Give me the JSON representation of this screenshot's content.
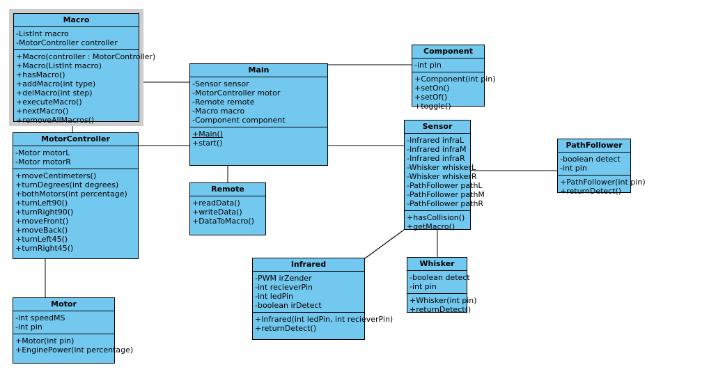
{
  "diagram": {
    "type": "uml-class-diagram",
    "background_color": "#ffffff",
    "class_fill_color": "#72c8ee",
    "class_border_color": "#000000",
    "selection_frame_color": "#cdcdcd",
    "connector_color": "#000000"
  },
  "classes": {
    "macro": {
      "name": "Macro",
      "selected": true,
      "attributes": [
        "-ListInt macro",
        "-MotorController controller"
      ],
      "operations": [
        "+Macro(controller : MotorController)",
        "+Macro(ListInt macro)",
        "+hasMacro()",
        "+addMacro(int type)",
        "+delMacro(int step)",
        "+executeMacro()",
        "+nextMacro()",
        "+removeAllMacros()"
      ]
    },
    "motorcontroller": {
      "name": "MotorController",
      "selected": false,
      "attributes": [
        "-Motor motorL",
        "-Motor motorR"
      ],
      "operations": [
        "+moveCentimeters()",
        "+turnDegrees(int degrees)",
        "+bothMotors(int percentage)",
        "+turnLeft90()",
        "+turnRight90()",
        "+moveFront()",
        "+moveBack()",
        "+turnLeft45()",
        "+turnRight45()"
      ]
    },
    "motor": {
      "name": "Motor",
      "selected": false,
      "attributes": [
        "-int speedMS",
        "-int pin"
      ],
      "operations": [
        "+Motor(int pin)",
        "+EnginePower(int percentage)"
      ]
    },
    "main": {
      "name": "Main",
      "selected": false,
      "attributes": [
        "-Sensor sensor",
        "-MotorController motor",
        "-Remote remote",
        "-Macro macro",
        "-Component component"
      ],
      "operations": [
        "+Main()",
        "+start()"
      ],
      "static_operations": [
        "+Main()"
      ]
    },
    "remote": {
      "name": "Remote",
      "selected": false,
      "attributes": [],
      "operations": [
        "+readData()",
        "+writeData()",
        "+DataToMacro()"
      ]
    },
    "component": {
      "name": "Component",
      "selected": false,
      "attributes": [
        "-int pin"
      ],
      "operations": [
        "+Component(int pin)",
        "+setOn()",
        "+setOf()",
        "+toggle()"
      ]
    },
    "sensor": {
      "name": "Sensor",
      "selected": false,
      "attributes": [
        "-Infrared infraL",
        "-Infrared infraM",
        "-Infrared infraR",
        "-Whisker whiskerL",
        "-Whisker whiskerR",
        "-PathFollower pathL",
        "-PathFollower pathM",
        "-PathFollower pathR"
      ],
      "operations": [
        "+hasCollision()",
        "+getMacro()"
      ]
    },
    "pathfollower": {
      "name": "PathFollower",
      "selected": false,
      "attributes": [
        "-boolean detect",
        "-int pin"
      ],
      "operations": [
        "+PathFollower(int pin)",
        "+returnDetect()"
      ]
    },
    "infrared": {
      "name": "Infrared",
      "selected": false,
      "attributes": [
        "-PWM irZender",
        "-int recieverPin",
        "-int ledPin",
        "-boolean irDetect"
      ],
      "operations": [
        "+Infrared(int ledPin, int recieverPin)",
        "+returnDetect()"
      ]
    },
    "whisker": {
      "name": "Whisker",
      "selected": false,
      "attributes": [
        "-boolean detect",
        "-int pin"
      ],
      "operations": [
        "+Whisker(int pin)",
        "+returnDetect()"
      ]
    }
  },
  "connections": [
    {
      "from": "macro",
      "to": "main",
      "style": "orthogonal"
    },
    {
      "from": "macro",
      "to": "motorcontroller",
      "style": "orthogonal"
    },
    {
      "from": "motorcontroller",
      "to": "main",
      "style": "orthogonal"
    },
    {
      "from": "motorcontroller",
      "to": "motor",
      "style": "orthogonal"
    },
    {
      "from": "main",
      "to": "component",
      "style": "orthogonal"
    },
    {
      "from": "main",
      "to": "sensor",
      "style": "orthogonal"
    },
    {
      "from": "main",
      "to": "remote",
      "style": "orthogonal"
    },
    {
      "from": "sensor",
      "to": "pathfollower",
      "style": "orthogonal"
    },
    {
      "from": "sensor",
      "to": "whisker",
      "style": "orthogonal"
    },
    {
      "from": "sensor",
      "to": "infrared",
      "style": "diagonal"
    }
  ]
}
